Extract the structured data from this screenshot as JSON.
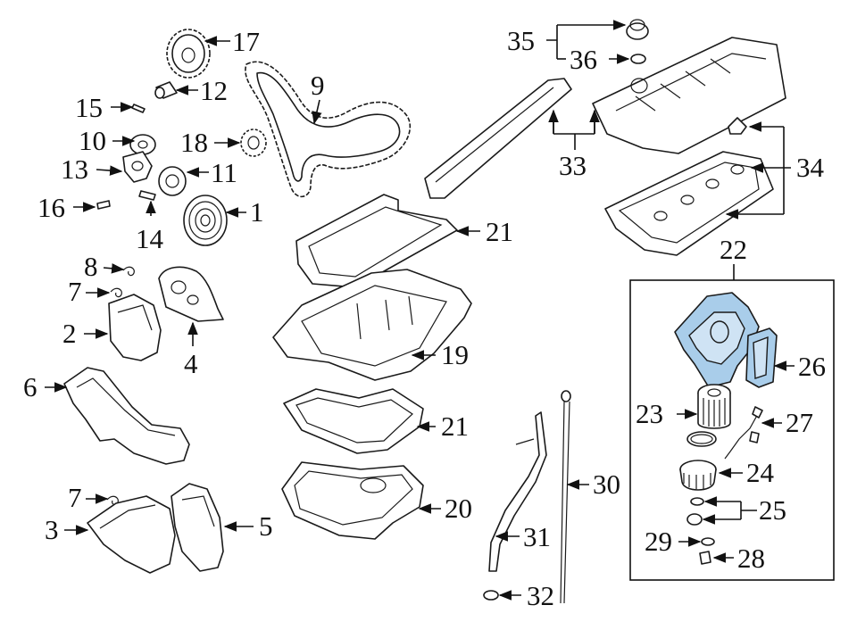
{
  "diagram": {
    "callouts": [
      {
        "id": "c1",
        "label": "1"
      },
      {
        "id": "c2",
        "label": "2"
      },
      {
        "id": "c3",
        "label": "3"
      },
      {
        "id": "c4",
        "label": "4"
      },
      {
        "id": "c5",
        "label": "5"
      },
      {
        "id": "c6",
        "label": "6"
      },
      {
        "id": "c7a",
        "label": "7"
      },
      {
        "id": "c7b",
        "label": "7"
      },
      {
        "id": "c8",
        "label": "8"
      },
      {
        "id": "c9",
        "label": "9"
      },
      {
        "id": "c10",
        "label": "10"
      },
      {
        "id": "c11",
        "label": "11"
      },
      {
        "id": "c12",
        "label": "12"
      },
      {
        "id": "c13",
        "label": "13"
      },
      {
        "id": "c14",
        "label": "14"
      },
      {
        "id": "c15",
        "label": "15"
      },
      {
        "id": "c16",
        "label": "16"
      },
      {
        "id": "c17",
        "label": "17"
      },
      {
        "id": "c18",
        "label": "18"
      },
      {
        "id": "c19",
        "label": "19"
      },
      {
        "id": "c20",
        "label": "20"
      },
      {
        "id": "c21a",
        "label": "21"
      },
      {
        "id": "c21b",
        "label": "21"
      },
      {
        "id": "c22",
        "label": "22"
      },
      {
        "id": "c23",
        "label": "23"
      },
      {
        "id": "c24",
        "label": "24"
      },
      {
        "id": "c25",
        "label": "25"
      },
      {
        "id": "c26",
        "label": "26"
      },
      {
        "id": "c27",
        "label": "27"
      },
      {
        "id": "c28",
        "label": "28"
      },
      {
        "id": "c29",
        "label": "29"
      },
      {
        "id": "c30",
        "label": "30"
      },
      {
        "id": "c31",
        "label": "31"
      },
      {
        "id": "c32",
        "label": "32"
      },
      {
        "id": "c33",
        "label": "33"
      },
      {
        "id": "c34",
        "label": "34"
      },
      {
        "id": "c35",
        "label": "35"
      },
      {
        "id": "c36",
        "label": "36"
      }
    ],
    "colors": {
      "highlight": "#a9cdea",
      "highlight_light": "#cfe3f4",
      "line": "#1a1a1a"
    }
  }
}
